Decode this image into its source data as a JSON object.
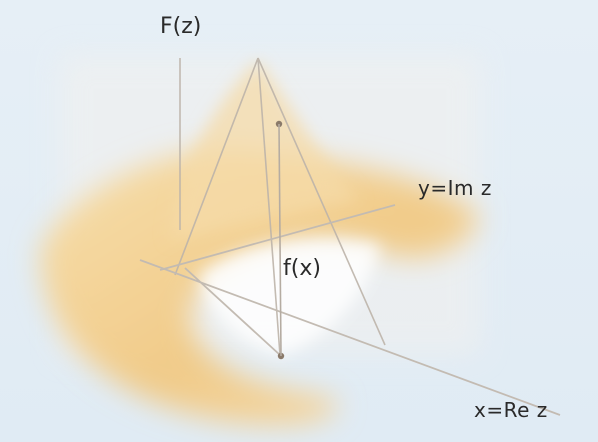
{
  "labels": {
    "surface_function": "F(z)",
    "curve_function": "f(x)",
    "imaginary_axis": "y=Im z",
    "real_axis": "x=Re z"
  },
  "colors": {
    "background": "#e3edf5",
    "surface_fill": "#f2cf8e",
    "surface_highlight": "#ffffff",
    "axis_lines": "#b9b1a8",
    "point": "#8a7a6a",
    "text": "#2a2a2a"
  }
}
